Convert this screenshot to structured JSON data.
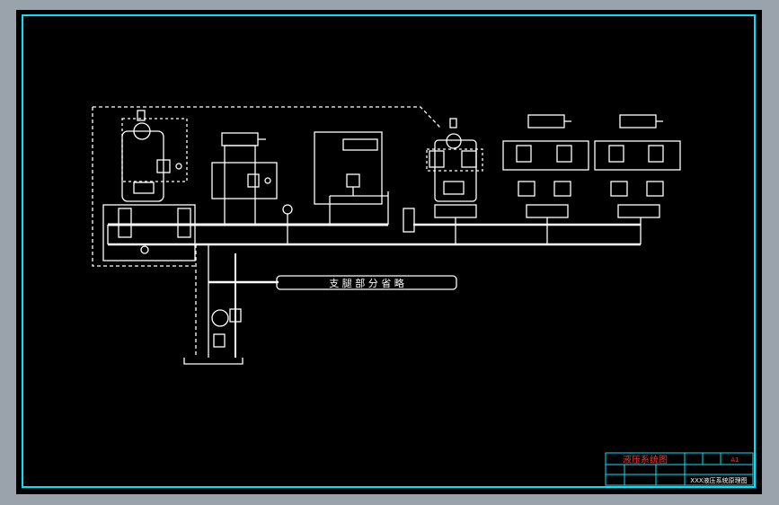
{
  "drawing": {
    "annotation": "支 腿 部 分 省 略"
  },
  "title_block": {
    "title": "液压系统图",
    "sheet_size": "A1",
    "drawing_name": "XXX液压系统原理图"
  },
  "colors": {
    "background": "#000000",
    "frame": "#00e5ff",
    "lines": "#ffffff",
    "title_text": "#ff3030",
    "window_bg": "#9aa3ab"
  }
}
